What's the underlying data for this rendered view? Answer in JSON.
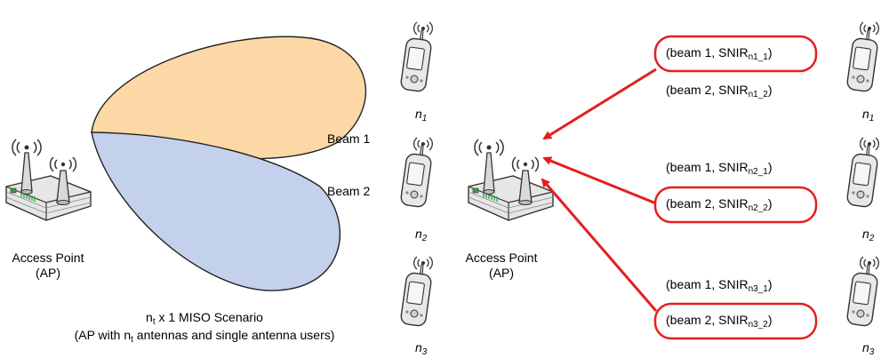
{
  "left": {
    "ap_label_line1": "Access Point",
    "ap_label_line2": "(AP)",
    "beam1_label": "Beam 1",
    "beam2_label": "Beam 2",
    "scenario": {
      "line1_prefix": "n",
      "line1_sub": "t",
      "line1_rest": " x 1 MISO Scenario",
      "line2_prefix": "(AP with n",
      "line2_sub": "t",
      "line2_rest": " antennas and single antenna users)"
    },
    "users": [
      {
        "base": "n",
        "sub": "1"
      },
      {
        "base": "n",
        "sub": "2"
      },
      {
        "base": "n",
        "sub": "3"
      }
    ]
  },
  "right": {
    "ap_label_line1": "Access Point",
    "ap_label_line2": "(AP)",
    "users": [
      {
        "base": "n",
        "sub": "1"
      },
      {
        "base": "n",
        "sub": "2"
      },
      {
        "base": "n",
        "sub": "3"
      }
    ],
    "reports": [
      {
        "prefix": "(beam 1, SNIR",
        "sub": "n1_1",
        "suffix": ")",
        "highlighted": true
      },
      {
        "prefix": "(beam 2, SNIR",
        "sub": "n1_2",
        "suffix": ")",
        "highlighted": false
      },
      {
        "prefix": "(beam 1, SNIR",
        "sub": "n2_1",
        "suffix": ")",
        "highlighted": false
      },
      {
        "prefix": "(beam 2, SNIR",
        "sub": "n2_2",
        "suffix": ")",
        "highlighted": true
      },
      {
        "prefix": "(beam 1, SNIR",
        "sub": "n3_1",
        "suffix": ")",
        "highlighted": false
      },
      {
        "prefix": "(beam 2, SNIR",
        "sub": "n3_2",
        "suffix": ")",
        "highlighted": true
      }
    ]
  },
  "colors": {
    "beam1_fill": "#FBD8A5",
    "beam2_fill": "#C4D1EC",
    "highlight": "#E41E1E",
    "arrow": "#E41E1E"
  }
}
